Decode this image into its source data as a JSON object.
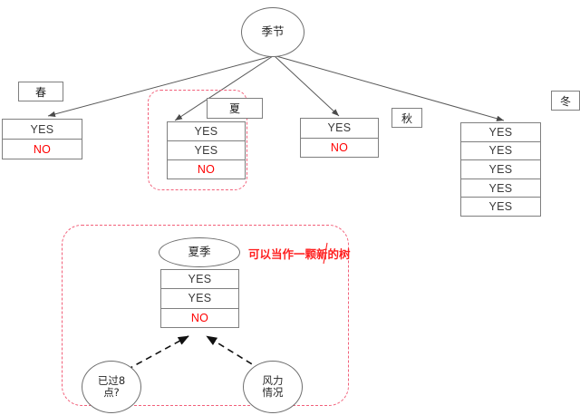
{
  "diagram": {
    "title_node": {
      "label": "季节",
      "shape": "ellipse"
    },
    "branches": [
      {
        "season_label": "春",
        "rows": [
          {
            "text": "YES",
            "color": "black"
          },
          {
            "text": "NO",
            "color": "red"
          }
        ]
      },
      {
        "season_label": "夏",
        "highlighted": "true",
        "rows": [
          {
            "text": "YES",
            "color": "black"
          },
          {
            "text": "YES",
            "color": "black"
          },
          {
            "text": "NO",
            "color": "red"
          }
        ]
      },
      {
        "season_label": "秋",
        "rows": [
          {
            "text": "YES",
            "color": "black"
          },
          {
            "text": "NO",
            "color": "red"
          }
        ]
      },
      {
        "season_label": "冬",
        "rows": [
          {
            "text": "YES",
            "color": "black"
          },
          {
            "text": "YES",
            "color": "black"
          },
          {
            "text": "YES",
            "color": "black"
          },
          {
            "text": "YES",
            "color": "black"
          },
          {
            "text": "YES",
            "color": "black"
          }
        ]
      }
    ],
    "detail": {
      "root_node": {
        "label": "夏季",
        "shape": "ellipse"
      },
      "rows": [
        {
          "text": "YES",
          "color": "black"
        },
        {
          "text": "YES",
          "color": "black"
        },
        {
          "text": "NO",
          "color": "red"
        }
      ],
      "annotation": "可以当作一颗新的树",
      "children": [
        {
          "label_line1": "已过8",
          "label_line2": "点?"
        },
        {
          "label_line1": "风力",
          "label_line2": "情况"
        }
      ]
    },
    "colors": {
      "no_text": "#ff0000",
      "yes_text": "#3a3a3a",
      "dashed_group": "#f2607a",
      "annotation": "#ff2020",
      "line": "#595959",
      "box_border": "#7f7f7f"
    }
  }
}
